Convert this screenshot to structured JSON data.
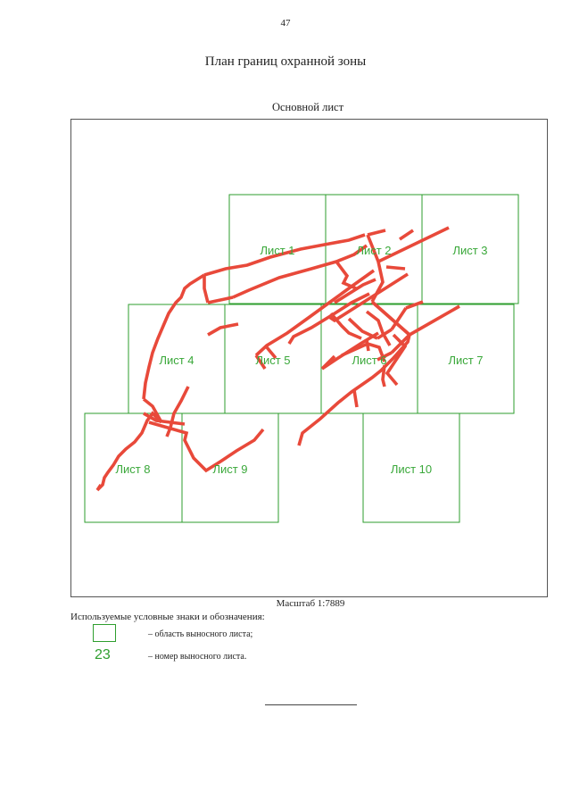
{
  "page_number": "47",
  "title": "План границ охранной зоны",
  "sheet_label": "Основной лист",
  "scale": "Масштаб 1:7889",
  "colors": {
    "sheet_border": "#2e9e2e",
    "zone_line": "#e8493a",
    "frame": "#555555"
  },
  "sheets": [
    {
      "label": "Лист 1"
    },
    {
      "label": "Лист 2"
    },
    {
      "label": "Лист 3"
    },
    {
      "label": "Лист 4"
    },
    {
      "label": "Лист 5"
    },
    {
      "label": "Лист 6"
    },
    {
      "label": "Лист 7"
    },
    {
      "label": "Лист 8"
    },
    {
      "label": "Лист 9"
    },
    {
      "label": "Лист 10"
    }
  ],
  "legend": {
    "title": "Используемые условные знаки и обозначения:",
    "items": [
      {
        "symbol": "",
        "text": "– область выносного листа;"
      },
      {
        "symbol": "23",
        "text": "– номер выносного листа."
      }
    ]
  }
}
